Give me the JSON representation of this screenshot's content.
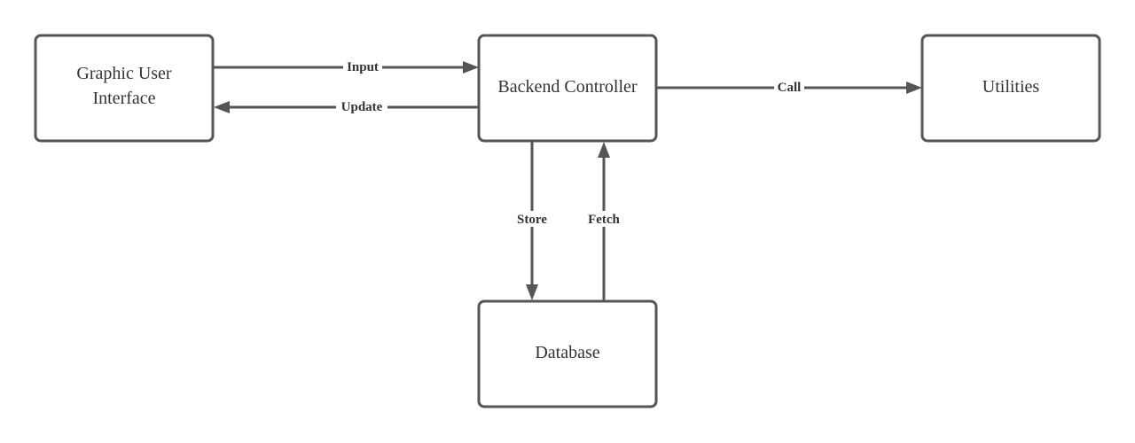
{
  "nodes": {
    "gui": {
      "line1": "Graphic User",
      "line2": "Interface"
    },
    "backend": {
      "label": "Backend Controller"
    },
    "utilities": {
      "label": "Utilities"
    },
    "database": {
      "label": "Database"
    }
  },
  "edges": {
    "input": {
      "label": "Input"
    },
    "update": {
      "label": "Update"
    },
    "call": {
      "label": "Call"
    },
    "store": {
      "label": "Store"
    },
    "fetch": {
      "label": "Fetch"
    }
  },
  "colors": {
    "stroke": "#555555",
    "text": "#333333",
    "background": "#ffffff"
  }
}
